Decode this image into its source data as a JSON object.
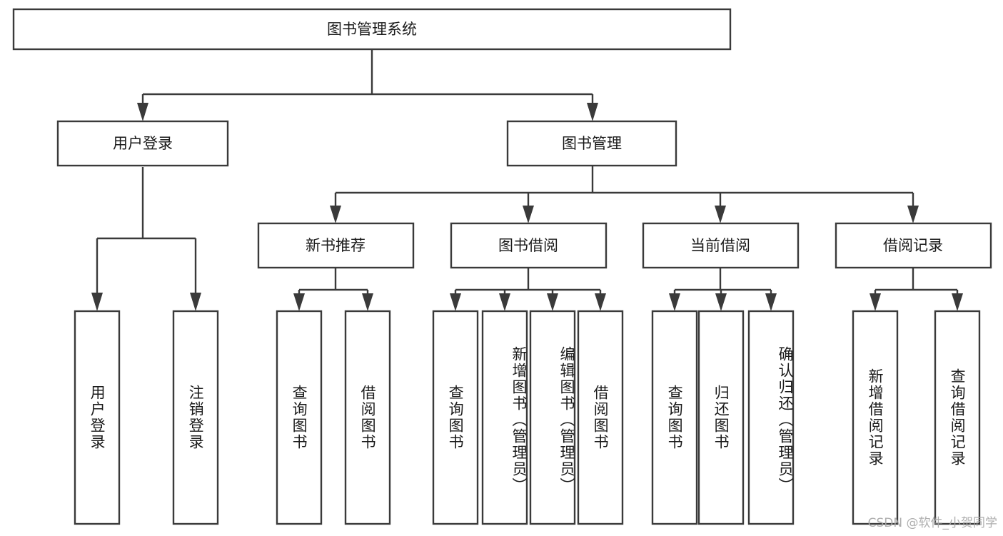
{
  "diagram": {
    "title": "图书管理系统",
    "type": "hierarchy-tree",
    "watermark": "CSDN @软件_小贺同学",
    "colors": {
      "box_stroke": "#3a3a3a",
      "box_fill": "#ffffff",
      "text": "#1a1a1a",
      "connector": "#3a3a3a",
      "watermark": "#a8a8a8",
      "background": "#ffffff"
    },
    "nodes": {
      "root": {
        "label": "图书管理系统"
      },
      "level2": [
        {
          "id": "user-login",
          "label": "用户登录"
        },
        {
          "id": "book-manage",
          "label": "图书管理"
        }
      ],
      "level3": [
        {
          "id": "new-book-recommend",
          "label": "新书推荐",
          "parent": "book-manage"
        },
        {
          "id": "book-borrow",
          "label": "图书借阅",
          "parent": "book-manage"
        },
        {
          "id": "current-borrow",
          "label": "当前借阅",
          "parent": "book-manage"
        },
        {
          "id": "borrow-record",
          "label": "借阅记录",
          "parent": "book-manage"
        }
      ],
      "leaves": [
        {
          "id": "leaf-user-login",
          "label": "用户登录",
          "parent": "user-login"
        },
        {
          "id": "leaf-user-logout",
          "label": "注销登录",
          "parent": "user-login"
        },
        {
          "id": "leaf-query-book-1",
          "label": "查询图书",
          "parent": "new-book-recommend"
        },
        {
          "id": "leaf-borrow-book-1",
          "label": "借阅图书",
          "parent": "new-book-recommend"
        },
        {
          "id": "leaf-query-book-2",
          "label": "查询图书",
          "parent": "book-borrow"
        },
        {
          "id": "leaf-add-book",
          "label": "新增图书（管理员）",
          "parent": "book-borrow"
        },
        {
          "id": "leaf-edit-book",
          "label": "编辑图书（管理员）",
          "parent": "book-borrow"
        },
        {
          "id": "leaf-borrow-book-2",
          "label": "借阅图书",
          "parent": "book-borrow"
        },
        {
          "id": "leaf-query-book-3",
          "label": "查询图书",
          "parent": "current-borrow"
        },
        {
          "id": "leaf-return-book",
          "label": "归还图书",
          "parent": "current-borrow"
        },
        {
          "id": "leaf-confirm-return",
          "label": "确认归还（管理员）",
          "parent": "current-borrow"
        },
        {
          "id": "leaf-add-record",
          "label": "新增借阅记录",
          "parent": "borrow-record"
        },
        {
          "id": "leaf-query-record",
          "label": "查询借阅记录",
          "parent": "borrow-record"
        }
      ]
    }
  }
}
